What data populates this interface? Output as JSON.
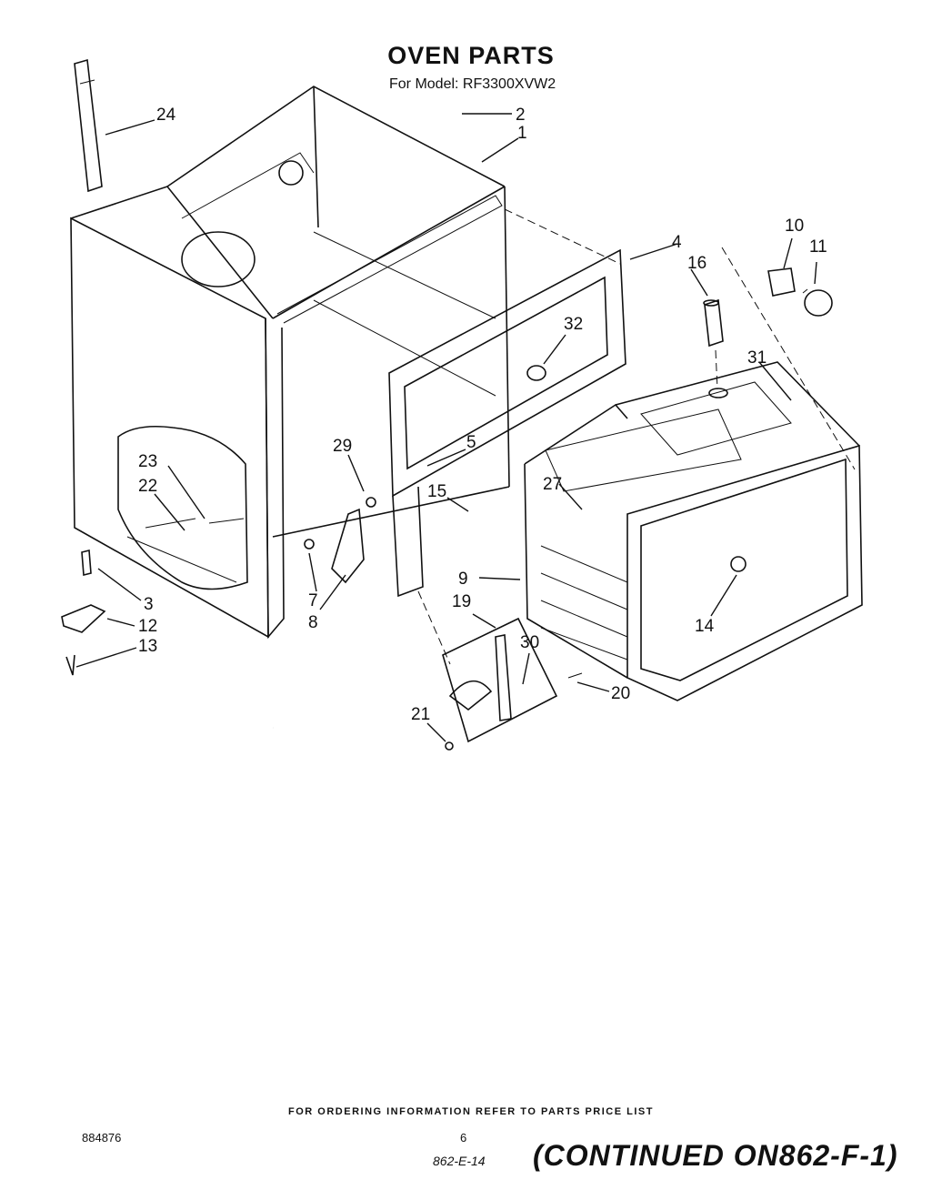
{
  "header": {
    "title": "OVEN PARTS",
    "model_line": "For Model: RF3300XVW2"
  },
  "callouts": [
    "24",
    "2",
    "1",
    "4",
    "16",
    "10",
    "11",
    "32",
    "31",
    "29",
    "5",
    "15",
    "23",
    "22",
    "27",
    "3",
    "12",
    "13",
    "7",
    "8",
    "9",
    "19",
    "30",
    "20",
    "14",
    "21"
  ],
  "footer": {
    "ordering_note": "FOR ORDERING INFORMATION REFER TO PARTS PRICE LIST",
    "doc_number": "884876",
    "page_number": "6",
    "handwritten_code": "862-E-14",
    "continued_note": "(CONTINUED ON862-F-1)"
  }
}
